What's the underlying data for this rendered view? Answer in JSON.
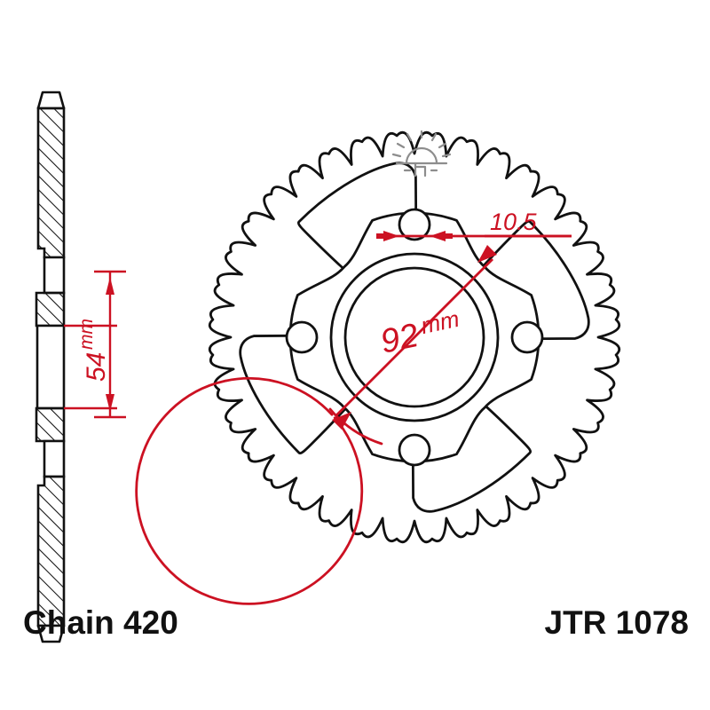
{
  "drawing": {
    "type": "technical-drawing",
    "subject": "motorcycle rear sprocket",
    "views": [
      "side-section-view",
      "front-face-view"
    ]
  },
  "colors": {
    "outline": "#111111",
    "dimension_red": "#cc1122",
    "symbol_grey": "#8d8d8d",
    "background": "#ffffff"
  },
  "dimensions": {
    "bolt_hole_diameter": {
      "value": "10.5",
      "name": "bolt-hole-diameter"
    },
    "bolt_circle": {
      "value": "92",
      "unit": "mm",
      "name": "bolt-circle-diameter"
    },
    "center_bore": {
      "value": "54",
      "unit": "mm",
      "name": "center-bore-width"
    }
  },
  "labels": {
    "chain": "Chain 420",
    "part_number": "JTR 1078"
  },
  "icons": {
    "surface_finish": "sunburst-icon"
  },
  "geometry": {
    "teeth_count": 36,
    "bolt_holes": 4,
    "cutouts": 4
  }
}
